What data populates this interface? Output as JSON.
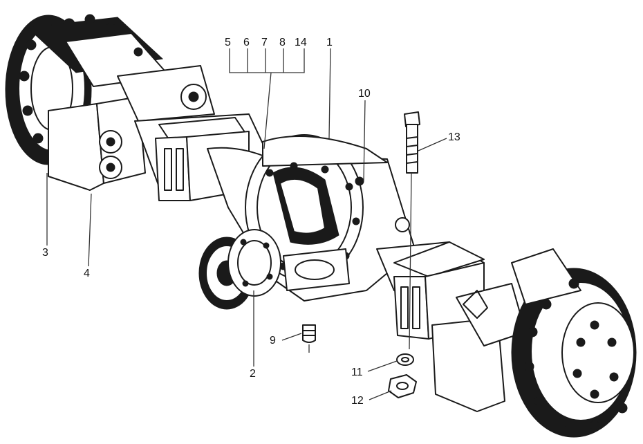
{
  "colors": {
    "ink": "#1a1a1a",
    "paper": "#ffffff"
  },
  "callouts": {
    "c1": "1",
    "c2": "2",
    "c3": "3",
    "c4": "4",
    "c5": "5",
    "c6": "6",
    "c7": "7",
    "c8": "8",
    "c9": "9",
    "c10": "10",
    "c11": "11",
    "c12": "12",
    "c13": "13",
    "c14": "14"
  }
}
